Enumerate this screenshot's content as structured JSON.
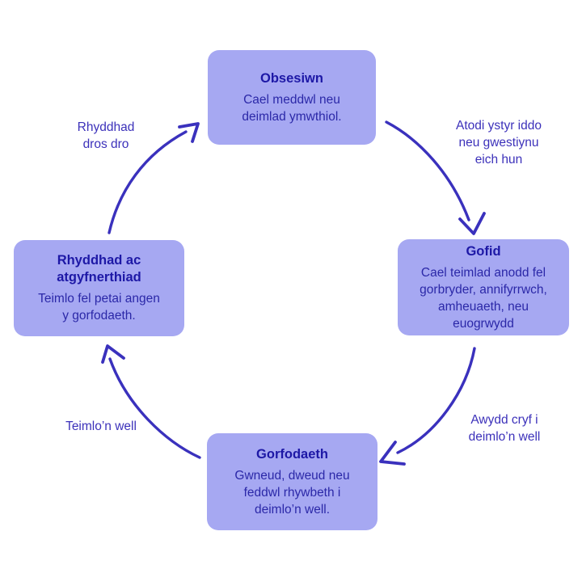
{
  "colors": {
    "background": "#ffffff",
    "box_fill": "#a6a8f2",
    "title_text": "#1d18a6",
    "body_text": "#2b28a8",
    "label_text": "#3c31ba",
    "arrow": "#3a31bd"
  },
  "cycle": {
    "boxes": {
      "top": {
        "title": [
          "Obsesiwn"
        ],
        "body": [
          "Cael meddwl neu",
          "deimlad ymwthiol."
        ]
      },
      "right": {
        "title": [
          "Gofid"
        ],
        "body": [
          "Cael teimlad anodd fel",
          "gorbryder, annifyrrwch,",
          "amheuaeth, neu euogrwydd"
        ]
      },
      "bottom": {
        "title": [
          "Gorfodaeth"
        ],
        "body": [
          "Gwneud, dweud neu",
          "feddwl rhywbeth i",
          "deimlo’n well."
        ]
      },
      "left": {
        "title": [
          "Rhyddhad ac",
          "atgyfnerthiad"
        ],
        "body": [
          "Teimlo fel petai angen",
          "y gorfodaeth."
        ]
      }
    },
    "labels": {
      "top_left": [
        "Rhyddhad",
        "dros dro"
      ],
      "top_right": [
        "Atodi ystyr iddo",
        "neu gwestiynu",
        "eich hun"
      ],
      "bottom_right": [
        "Awydd cryf i",
        "deimlo’n well"
      ],
      "bottom_left": [
        "Teimlo’n well"
      ]
    },
    "arrows": [
      {
        "from": "Obsesiwn",
        "to": "Gofid"
      },
      {
        "from": "Gofid",
        "to": "Gorfodaeth"
      },
      {
        "from": "Gorfodaeth",
        "to": "Rhyddhad ac atgyfnerthiad"
      },
      {
        "from": "Rhyddhad ac atgyfnerthiad",
        "to": "Obsesiwn"
      }
    ]
  }
}
